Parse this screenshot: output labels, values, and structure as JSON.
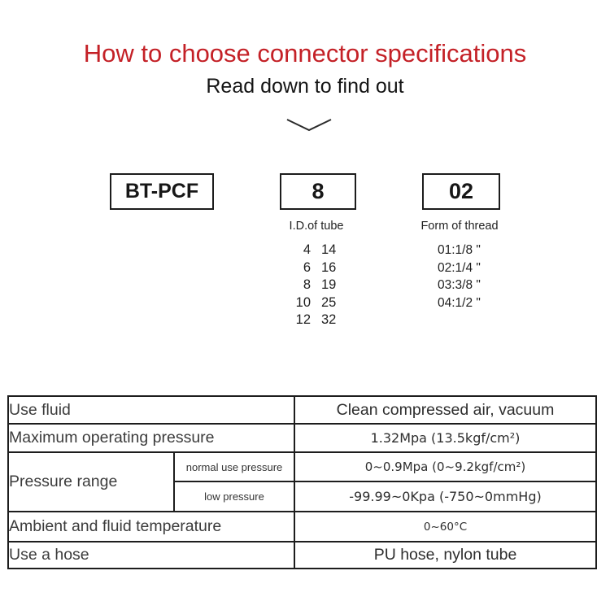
{
  "page": {
    "title": "How to choose connector specifications",
    "subtitle": "Read down to find out",
    "title_color": "#c42127",
    "stripe_color": "#f5eddf",
    "border_color": "#1d1d1d"
  },
  "part_number": {
    "prefix": "BT-PCF",
    "tube_code": "8",
    "thread_code": "02",
    "tube_label": "I.D.of tube",
    "thread_label": "Form of thread"
  },
  "icons": {
    "chevron_down": "chevron-down"
  },
  "tube_sizes": {
    "rows": [
      {
        "id": "4",
        "od": "14"
      },
      {
        "id": "6",
        "od": "16"
      },
      {
        "id": "8",
        "od": "19"
      },
      {
        "id": "10",
        "od": "25"
      },
      {
        "id": "12",
        "od": "32"
      }
    ]
  },
  "thread_options": [
    "01:1/8 \"",
    "02:1/4 \"",
    "03:3/8 \"",
    "04:1/2 \""
  ],
  "spec_table": {
    "rows": [
      {
        "label": "Use fluid",
        "value": "Clean compressed air, vacuum"
      },
      {
        "label": "Maximum operating pressure",
        "value": "1.32Mpa (13.5kgf/cm²)"
      },
      {
        "label": "Pressure range",
        "sub_label": "normal use pressure",
        "value": "0~0.9Mpa (0~9.2kgf/cm²)"
      },
      {
        "sub_label": "low pressure",
        "value": "-99.99~0Kpa (-750~0mmHg)"
      },
      {
        "label": "Ambient and fluid temperature",
        "value": "0~60°C"
      },
      {
        "label": "Use a hose",
        "value": "PU hose, nylon tube"
      }
    ]
  }
}
